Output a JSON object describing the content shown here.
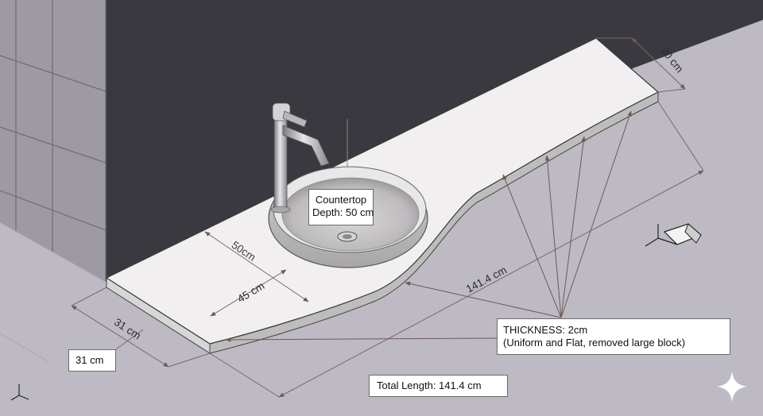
{
  "labels": {
    "dim_50cm": "50cm",
    "dim_45cm": "45 cm",
    "dim_31cm_front": "31 cm",
    "dim_141cm": "141.4 cm",
    "dim_20cm": "20 cm",
    "callout_depth_line1": "Countertop",
    "callout_depth_line2": "Depth: 50 cm",
    "callout_thickness_line1": "THICKNESS: 2cm",
    "callout_thickness_line2": "(Uniform and Flat, removed large block)",
    "callout_left": "31 cm",
    "callout_total": "Total Length: 141.4 cm"
  },
  "colors": {
    "wall": "#3a393f",
    "floor": "#bdbac3",
    "tile": "#9d9aa3",
    "countertop": "#f1eff0",
    "dimension_line": "#7c6666"
  },
  "icons": [
    "axis-triad-icon",
    "view-cube-icon",
    "sparkle-icon"
  ]
}
